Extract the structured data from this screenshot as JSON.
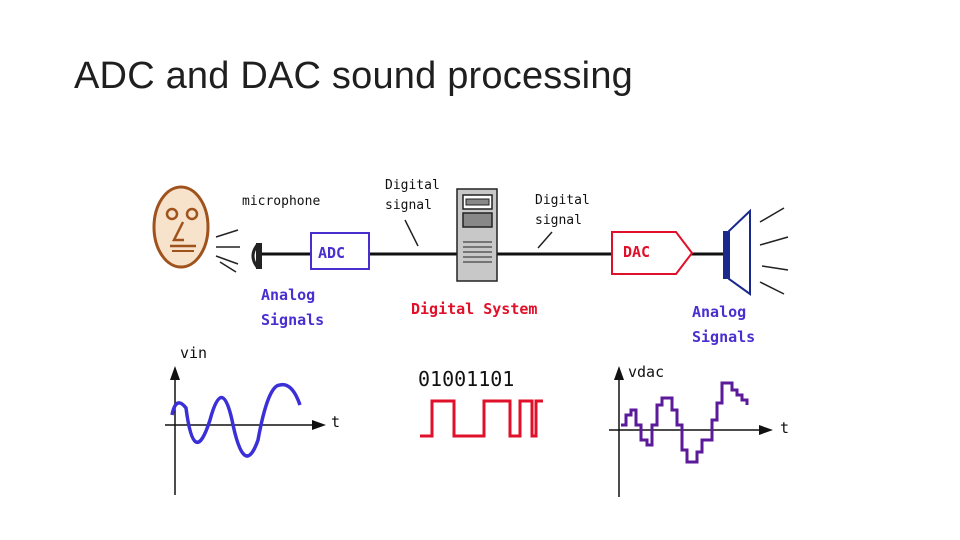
{
  "title": "ADC and DAC sound processing",
  "labels": {
    "microphone": "microphone",
    "digital_signal_left_1": "Digital",
    "digital_signal_left_2": "signal",
    "digital_signal_right_1": "Digital",
    "digital_signal_right_2": "signal",
    "adc": "ADC",
    "dac": "DAC",
    "analog_left_1": "Analog",
    "analog_left_2": "Signals",
    "analog_right_1": "Analog",
    "analog_right_2": "Signals",
    "digital_system": "Digital System",
    "binary": "01001101",
    "vin": "vin",
    "vdac": "vdac",
    "t_left": "t",
    "t_right": "t"
  },
  "colors": {
    "adc_purple": "#4a2fd0",
    "dac_red": "#e0102a",
    "wave_blue": "#3b2fd8",
    "face_brown": "#a0521c",
    "face_fill": "#f7e3cc",
    "vdac_purple": "#5a1a9a"
  }
}
